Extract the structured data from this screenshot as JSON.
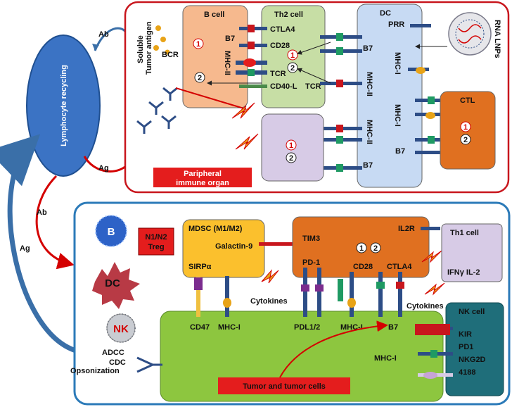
{
  "recycling": {
    "title": "Lymphocyte recycling",
    "ab_top": "Ab",
    "ag_top": "Ag",
    "ab_mid": "Ab",
    "ag_left": "Ag"
  },
  "peripheral": {
    "label_line1": "Paripheral",
    "label_line2": "immune organ",
    "soluble_line1": "Soluble",
    "soluble_line2": "Tumor antigen",
    "bcr": "BCR",
    "b_cell": "B cell",
    "b_b7": "B7",
    "b_mhc2": "MHC-II",
    "th2_cell": "Th2 cell",
    "ctla4": "CTLA4",
    "cd28": "CD28",
    "tcr": "TCR",
    "cd40l": "CD40-L",
    "tcr2": "TCR",
    "dc": "DC",
    "prr": "PRR",
    "dc_b7_top": "B7",
    "dc_mhc1": "MHC-I",
    "dc_mhc2": "MHC-II",
    "dc_mhc1b": "MHC-I",
    "dc_mhc2b": "MHC-II",
    "dc_b7_bottom": "B7",
    "dc_b7_right": "B7",
    "ctl": "CTL",
    "rna_lnps": "RNA LNPs",
    "step1": "1",
    "step2": "2"
  },
  "tumor": {
    "n1n2_line1": "N1/N2",
    "n1n2_line2": "Treg",
    "mdsc": "MDSC (M1/M2)",
    "galactin": "Galactin-9",
    "sirpa": "SIRPα",
    "cd47": "CD47",
    "mhc1_left": "MHC-I",
    "cytokines_left": "Cytokines",
    "tim3": "TIM3",
    "il2r": "IL2R",
    "pd1": "PD-1",
    "cd28": "CD28",
    "ctla4": "CTLA4",
    "pdl": "PDL1/2",
    "mhc1_mid": "MHC-I",
    "b7": "B7",
    "cytokines_right": "Cytokines",
    "th1_cell": "Th1 cell",
    "ifn": "IFNγ IL-2",
    "nk_cell": "NK cell",
    "kir": "KIR",
    "pd1_nk": "PD1",
    "nkg2d": "NKG2D",
    "n4188": "4188",
    "mhc1_right": "MHC-I",
    "adcc": "ADCC",
    "cdc": "CDC",
    "opsonization": "Opsonization",
    "tumor_cells": "Tumor and tumor cells",
    "b_icon": "B",
    "dc_icon": "DC",
    "nk_icon": "NK",
    "step1": "1",
    "step2": "2"
  }
}
